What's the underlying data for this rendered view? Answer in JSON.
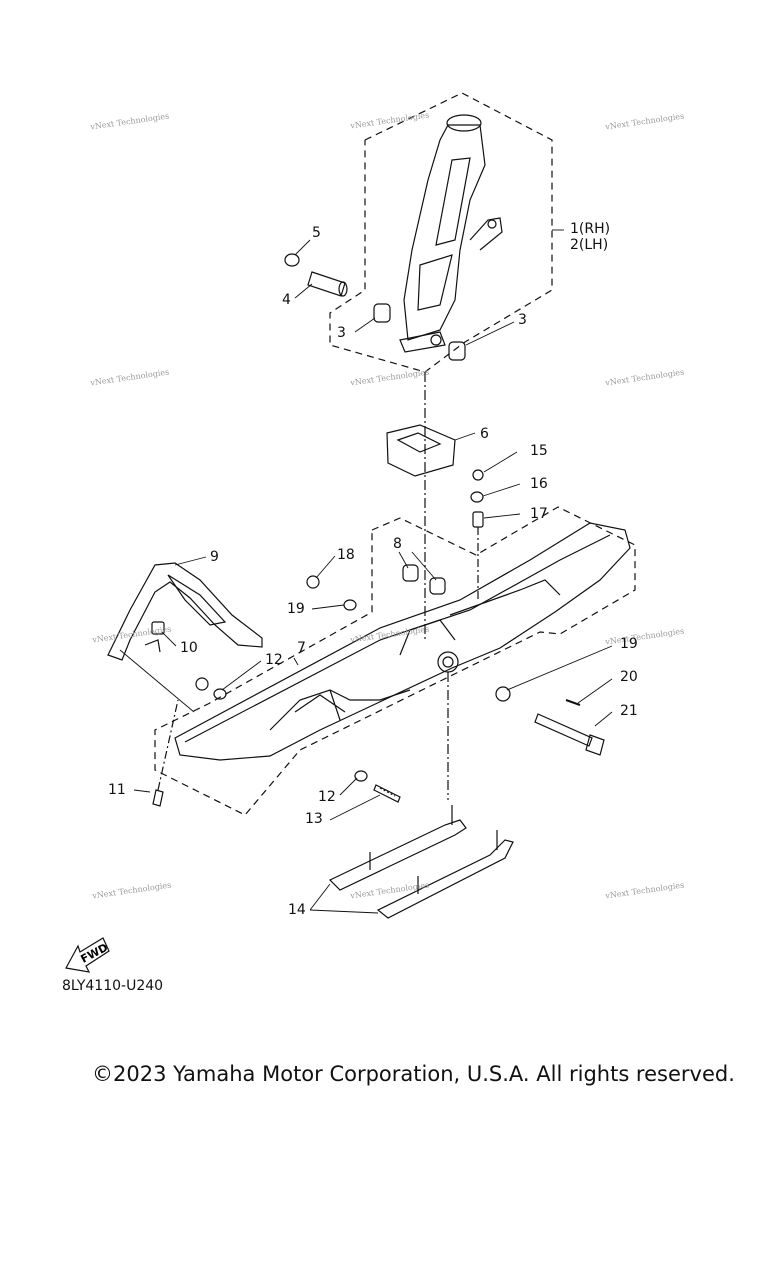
{
  "callouts": [
    "1(RH)",
    "2(LH)",
    "3",
    "3",
    "4",
    "5",
    "6",
    "7",
    "8",
    "9",
    "10",
    "11",
    "12",
    "12",
    "13",
    "14",
    "15",
    "16",
    "17",
    "18",
    "19",
    "19",
    "20",
    "21"
  ],
  "watermark": "vNext Technologies",
  "fwd_label": "FWD",
  "diagram_code": "8LY4110-U240",
  "copyright": "©2023 Yamaha Motor Corporation, U.S.A. All rights reserved."
}
